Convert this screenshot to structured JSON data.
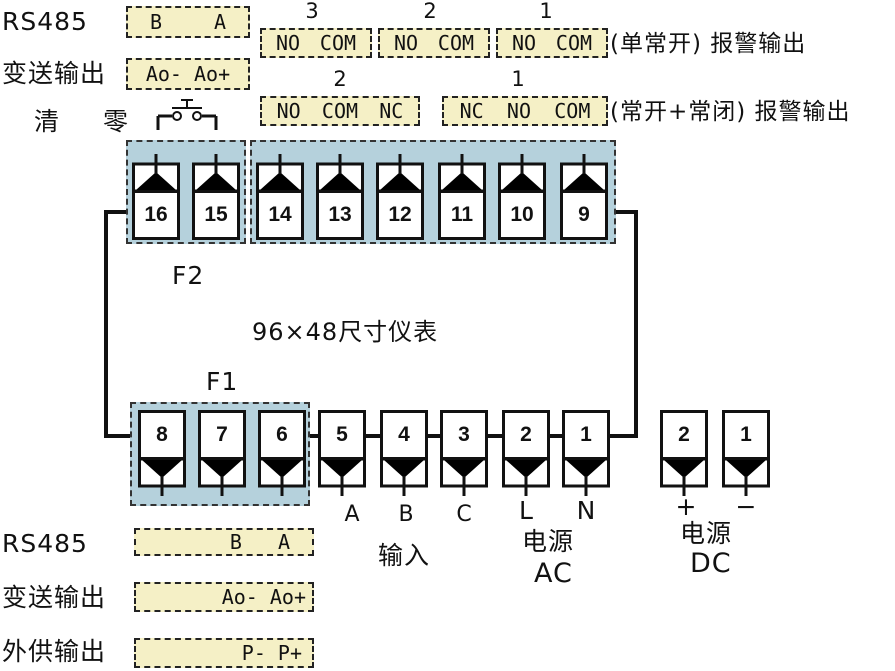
{
  "top": {
    "rs485": {
      "label": "RS485",
      "b": "B",
      "a": "A"
    },
    "transmit": {
      "label": "变送输出",
      "text": "Ao- Ao+"
    },
    "clear": {
      "label": "清 零"
    },
    "alarm_single": {
      "suffix": "(单常开) 报警输出",
      "groups": [
        {
          "num": "3",
          "no": "NO",
          "com": "COM"
        },
        {
          "num": "2",
          "no": "NO",
          "com": "COM"
        },
        {
          "num": "1",
          "no": "NO",
          "com": "COM"
        }
      ]
    },
    "alarm_dual": {
      "suffix": "(常开+常闭) 报警输出",
      "groups": [
        {
          "num": "2",
          "a": "NO",
          "b": "COM",
          "c": "NC"
        },
        {
          "num": "1",
          "a": "NC",
          "b": "NO",
          "c": "COM"
        }
      ]
    }
  },
  "top_terminals": [
    "16",
    "15",
    "14",
    "13",
    "12",
    "11",
    "10",
    "9"
  ],
  "f2_label": "F2",
  "center_label": "96×48尺寸仪表",
  "f1_label": "F1",
  "bottom_terminals": [
    "8",
    "7",
    "6",
    "5",
    "4",
    "3",
    "2",
    "1"
  ],
  "dc_terminals": [
    "2",
    "1"
  ],
  "pins": {
    "a": "A",
    "b": "B",
    "c": "C",
    "l": "L",
    "n": "N",
    "plus": "+",
    "minus": "−"
  },
  "input_label": "输入",
  "ac": {
    "l1": "电源",
    "l2": "AC"
  },
  "dc": {
    "l1": "电源",
    "l2": "DC"
  },
  "bottom": {
    "rs485": {
      "label": "RS485",
      "b": "B",
      "a": "A"
    },
    "transmit": {
      "label": "变送输出",
      "text": "Ao- Ao+"
    },
    "aux": {
      "label": "外供输出",
      "text": "P- P+"
    }
  }
}
